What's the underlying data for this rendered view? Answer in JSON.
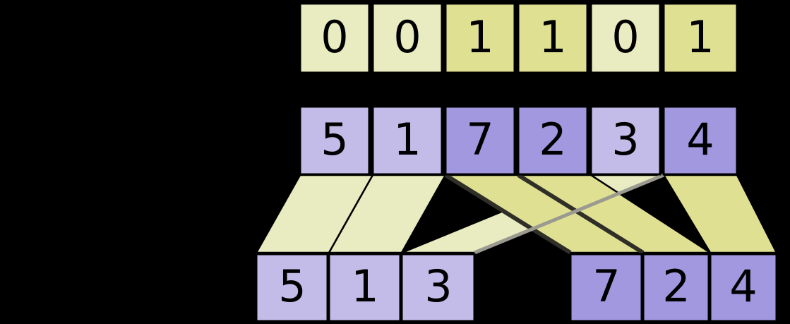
{
  "diagram": {
    "title": "stable-partition-routing",
    "background_color": "#000000",
    "colors": {
      "flag_zero": "#e8ecc0",
      "flag_one": "#dfe092",
      "value_zero": "#c3bce9",
      "value_one": "#a198e0",
      "outline": "#000000",
      "ribbon_edge_dark": "#2f2f28",
      "ribbon_edge_light": "#9a9a90"
    }
  },
  "flags_row": {
    "name": "flag-array",
    "cells": [
      {
        "label": "0",
        "flag": 0,
        "color": "#e8ecc0"
      },
      {
        "label": "0",
        "flag": 0,
        "color": "#e8ecc0"
      },
      {
        "label": "1",
        "flag": 1,
        "color": "#dfe092"
      },
      {
        "label": "1",
        "flag": 1,
        "color": "#dfe092"
      },
      {
        "label": "0",
        "flag": 0,
        "color": "#e8ecc0"
      },
      {
        "label": "1",
        "flag": 1,
        "color": "#dfe092"
      }
    ]
  },
  "values_row": {
    "name": "input-value-array",
    "cells": [
      {
        "label": "5",
        "flag": 0,
        "color": "#c3bce9"
      },
      {
        "label": "1",
        "flag": 0,
        "color": "#c3bce9"
      },
      {
        "label": "7",
        "flag": 1,
        "color": "#a198e0"
      },
      {
        "label": "2",
        "flag": 1,
        "color": "#a198e0"
      },
      {
        "label": "3",
        "flag": 0,
        "color": "#c3bce9"
      },
      {
        "label": "4",
        "flag": 1,
        "color": "#a198e0"
      }
    ]
  },
  "output_row": {
    "name": "output-value-array",
    "left_group": {
      "name": "false-group",
      "cells": [
        {
          "label": "5",
          "flag": 0,
          "color": "#c3bce9"
        },
        {
          "label": "1",
          "flag": 0,
          "color": "#c3bce9"
        },
        {
          "label": "3",
          "flag": 0,
          "color": "#c3bce9"
        }
      ]
    },
    "right_group": {
      "name": "true-group",
      "cells": [
        {
          "label": "7",
          "flag": 1,
          "color": "#a198e0"
        },
        {
          "label": "2",
          "flag": 1,
          "color": "#a198e0"
        },
        {
          "label": "4",
          "flag": 1,
          "color": "#a198e0"
        }
      ]
    }
  },
  "routing": {
    "name": "permutation-ribbons",
    "mapping": [
      {
        "from_index": 0,
        "to_index": 0,
        "value": "5",
        "flag": 0,
        "color": "#e8ecc0"
      },
      {
        "from_index": 1,
        "to_index": 1,
        "value": "1",
        "flag": 0,
        "color": "#e8ecc0"
      },
      {
        "from_index": 2,
        "to_index": 3,
        "value": "7",
        "flag": 1,
        "color": "#dfe092"
      },
      {
        "from_index": 3,
        "to_index": 4,
        "value": "2",
        "flag": 1,
        "color": "#dfe092"
      },
      {
        "from_index": 4,
        "to_index": 2,
        "value": "3",
        "flag": 0,
        "color": "#e8ecc0"
      },
      {
        "from_index": 5,
        "to_index": 5,
        "value": "4",
        "flag": 1,
        "color": "#dfe092"
      }
    ]
  }
}
